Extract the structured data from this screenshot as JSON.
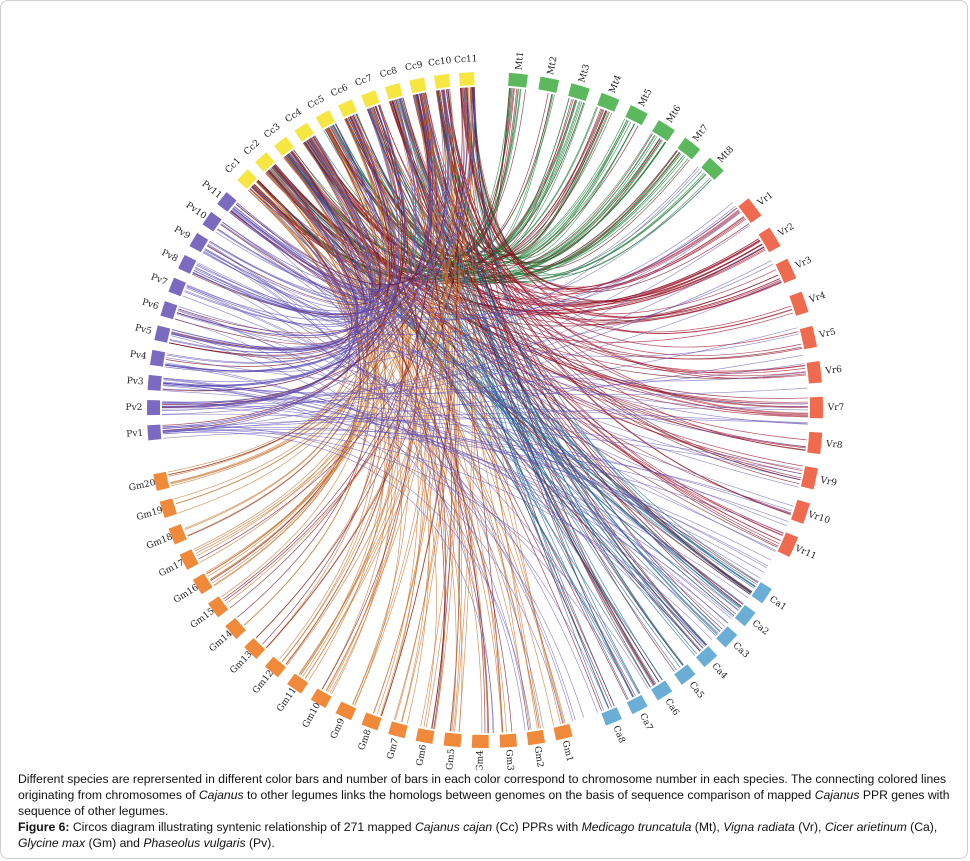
{
  "species": [
    {
      "code": "Cc",
      "color": "#f5e642",
      "ribbon": "#7a0f1e",
      "chromosomes": [
        "Cc1",
        "Cc2",
        "Cc3",
        "Cc4",
        "Cc5",
        "Cc6",
        "Cc7",
        "Cc8",
        "Cc9",
        "Cc10",
        "Cc11"
      ]
    },
    {
      "code": "Mt",
      "color": "#5cb85c",
      "ribbon": "#1e7a35",
      "chromosomes": [
        "Mt1",
        "Mt2",
        "Mt3",
        "Mt4",
        "Mt5",
        "Mt6",
        "Mt7",
        "Mt8"
      ]
    },
    {
      "code": "Vr",
      "color": "#ef6a4f",
      "ribbon": "#a3142a",
      "chromosomes": [
        "Vr1",
        "Vr2",
        "Vr3",
        "Vr4",
        "Vr5",
        "Vr6",
        "Vr7",
        "Vr8",
        "Vr9",
        "Vr10",
        "Vr11"
      ]
    },
    {
      "code": "Ca",
      "color": "#6aaed6",
      "ribbon": "#1f5f8f",
      "chromosomes": [
        "Ca1",
        "Ca2",
        "Ca3",
        "Ca4",
        "Ca5",
        "Ca6",
        "Ca7",
        "Ca8"
      ]
    },
    {
      "code": "Gm",
      "color": "#f08a3a",
      "ribbon": "#c8732e",
      "chromosomes": [
        "Gm1",
        "Gm2",
        "Gm3",
        "Gm4",
        "Gm5",
        "Gm6",
        "Gm7",
        "Gm8",
        "Gm9",
        "Gm10",
        "Gm11",
        "Gm12",
        "Gm13",
        "Gm14",
        "Gm15",
        "Gm16",
        "Gm17",
        "Gm18",
        "Gm19",
        "Gm20"
      ]
    },
    {
      "code": "Pv",
      "color": "#7b6bc0",
      "ribbon": "#5e4fb3",
      "chromosomes": [
        "Pv1",
        "Pv2",
        "Pv3",
        "Pv4",
        "Pv5",
        "Pv6",
        "Pv7",
        "Pv8",
        "Pv9",
        "Pv10",
        "Pv11"
      ]
    }
  ],
  "caption": {
    "description_1": "Different species are reprersented in different color bars and number of bars in each color correspond to chromosome number in each species. The connecting colored lines originating from chromosomes of ",
    "description_2": "Cajanus",
    "description_3": " to other legumes links the homologs between genomes on the basis of sequence comparison of mapped ",
    "description_4": "Cajanus",
    "description_5": " PPR genes with sequence of other legumes.",
    "figure_label": "Figure 6:",
    "figure_1": " Circos diagram illustrating syntenic relationship of 271 mapped ",
    "figure_2": "Cajanus cajan",
    "figure_3": " (Cc) PPRs with ",
    "figure_4": "Medicago truncatula",
    "figure_5": " (Mt), ",
    "figure_6": "Vigna radiata",
    "figure_7": " (Vr), ",
    "figure_8": "Cicer arietinum",
    "figure_9": " (Ca), ",
    "figure_10": "Glycine max",
    "figure_11": " (Gm) and ",
    "figure_12": "Phaseolus vulgaris",
    "figure_13": " (Pv)."
  }
}
